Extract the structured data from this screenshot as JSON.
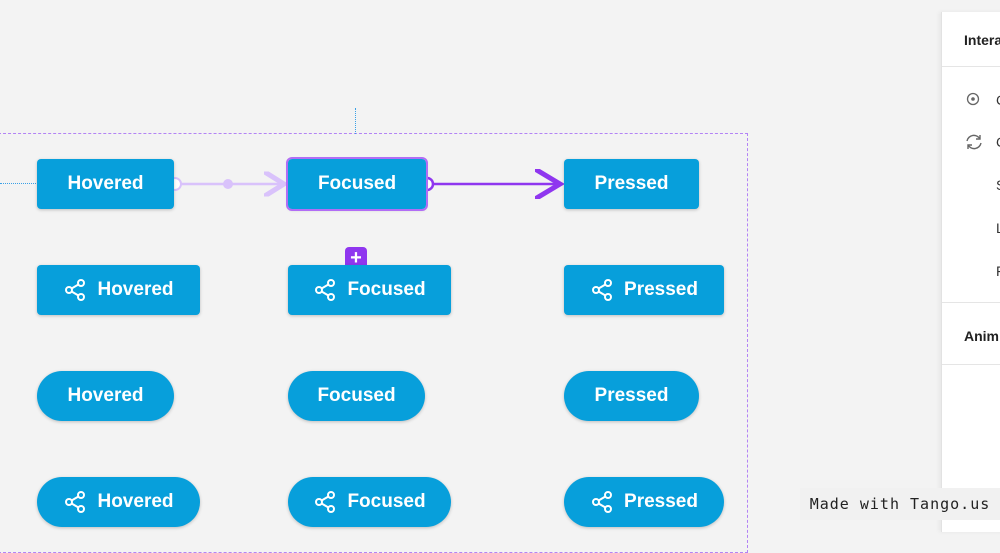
{
  "canvas": {
    "rows": [
      {
        "style": "rect",
        "share_icon": false,
        "buttons": [
          "Hovered",
          "Focused",
          "Pressed"
        ]
      },
      {
        "style": "rect",
        "share_icon": true,
        "buttons": [
          "Hovered",
          "Focused",
          "Pressed"
        ]
      },
      {
        "style": "pill",
        "share_icon": false,
        "buttons": [
          "Hovered",
          "Focused",
          "Pressed"
        ]
      },
      {
        "style": "pill",
        "share_icon": true,
        "buttons": [
          "Hovered",
          "Focused",
          "Pressed"
        ]
      }
    ],
    "selected_button": "Focused",
    "add_badge_icon": "plus-icon",
    "colors": {
      "button": "#079fdb",
      "connection": "#8f36ef",
      "connection_light": "#d9c2fb",
      "frame": "#b383f5"
    }
  },
  "panel": {
    "section_title": "Intera",
    "items": [
      {
        "icon": "target-icon",
        "label": "C"
      },
      {
        "icon": "refresh-icon",
        "label": "C"
      }
    ],
    "sub_items": [
      "S",
      "L",
      "F"
    ],
    "section2_title": "Anim"
  },
  "watermark": "Made with Tango.us"
}
